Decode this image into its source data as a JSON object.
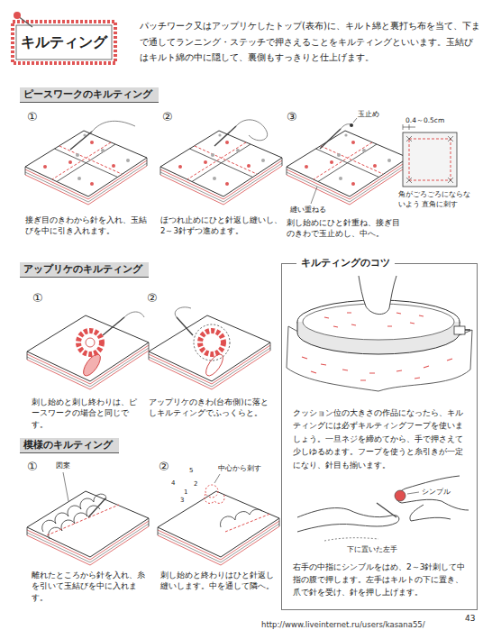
{
  "diagram": {
    "title": "キルティング",
    "nodes": [
      {
        "text": [
          "ピースワークのキルティング"
        ]
      },
      {
        "text": [
          "アップリケのキルティング"
        ]
      },
      {
        "text": [
          "模様のキルティング"
        ]
      },
      {
        "text": [
          "キルティングのコツ",
          "クッション位の大きさの作品になったら、キルティングには必ずキルティングフープを使いましょう。一旦ネジを締めてから、手で押さえて少しゆるめます。フープを使うと糸引きが一定になり、針目も揃います。",
          "右手の中指にシンブルをはめ、2～3針刺して中指の腹で押します。左手はキルトの下に置き、爪で針を受け、針を押し上げます。"
        ]
      }
    ],
    "labels": [
      "パッチワーク又はアップリケしたトップ(表布)に、キルト綿と裏打ち布を当て、下まで通してランニング・ステッチで押さえることをキルティングといいます。玉結びはキルト綿の中に隠して、裏側もすっきりと仕上げます。",
      "①",
      "②",
      "③",
      "玉止め",
      "0.4～0.5cm",
      "縫い重ねる",
      "角がごろごろにならないよう 直角に刺す",
      "接ぎ目のきわから針を入れ、玉結びを中に引き入れます。",
      "ほつれ止めにひと針返し縫いし、2～3針ずつ進めます。",
      "刺し始めにひと針重ね、接ぎ目のきわで玉止めし、中へ。",
      "①",
      "②",
      "刺し始めと刺し終わりは、ピースワークの場合と同じです。",
      "アップリケのきわ(台布側)に落としキルティングでふっくらと。",
      "①",
      "図案",
      "②",
      "中心から刺す",
      "5",
      "4",
      "1",
      "2",
      "3",
      "離れたところから針を入れ、糸を引いて玉結びを中に入れます。",
      "刺し始めと終わりはひと針返し縫いします。中を通して隣へ。",
      "シンブル",
      "下に置いた左手",
      "43",
      "http://www.liveinternet.ru/users/kasana55/"
    ]
  }
}
